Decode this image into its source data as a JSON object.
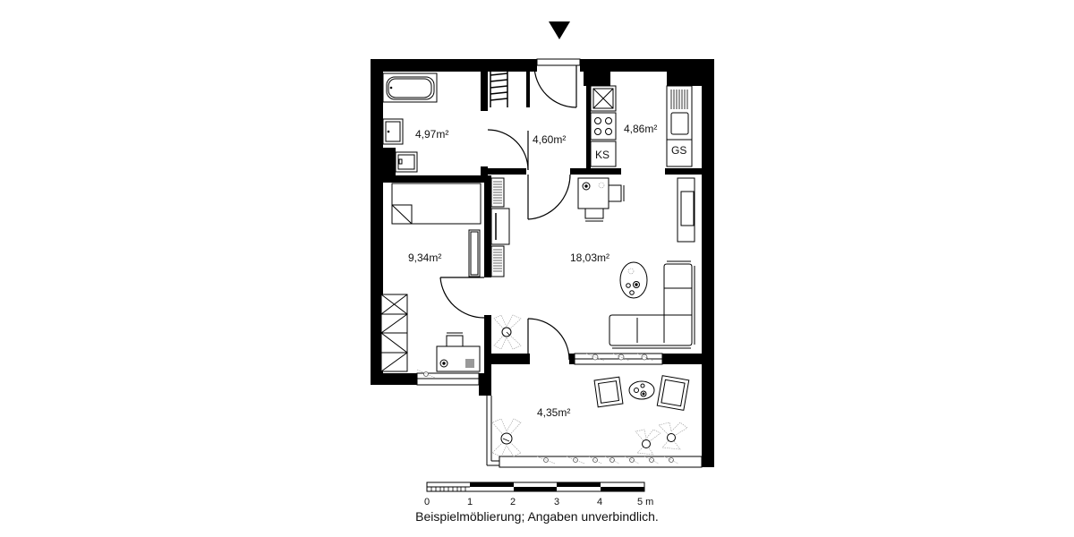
{
  "entrance_marker": {
    "symbol": "▼",
    "meaning": "entrance"
  },
  "rooms": [
    {
      "id": "bathroom",
      "area": "4,97m²"
    },
    {
      "id": "hallway",
      "area": "4,60m²"
    },
    {
      "id": "kitchen",
      "area": "4,86m²"
    },
    {
      "id": "bedroom",
      "area": "9,34m²"
    },
    {
      "id": "living-room",
      "area": "18,03m²"
    },
    {
      "id": "balcony",
      "area": "4,35m²"
    }
  ],
  "appliances": {
    "fridge": "KS",
    "dishwasher": "GS"
  },
  "scale_bar": {
    "ticks": [
      "0",
      "1",
      "2",
      "3",
      "4",
      "5 m"
    ]
  },
  "disclaimer": "Beispielmöblierung; Angaben unverbindlich.",
  "colors": {
    "wall": "#000000",
    "background": "#ffffff",
    "plant": "#999999"
  }
}
